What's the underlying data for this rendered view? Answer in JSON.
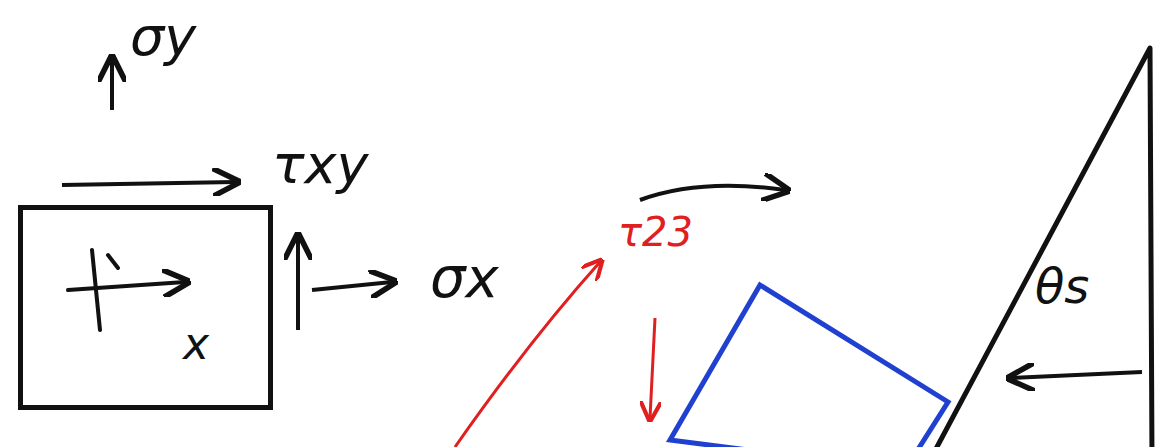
{
  "diagram": {
    "nodes": [
      {
        "text": [
          "x"
        ]
      }
    ],
    "labels": [
      "σy",
      "τxy",
      "σx",
      "τ23",
      "θs"
    ]
  }
}
